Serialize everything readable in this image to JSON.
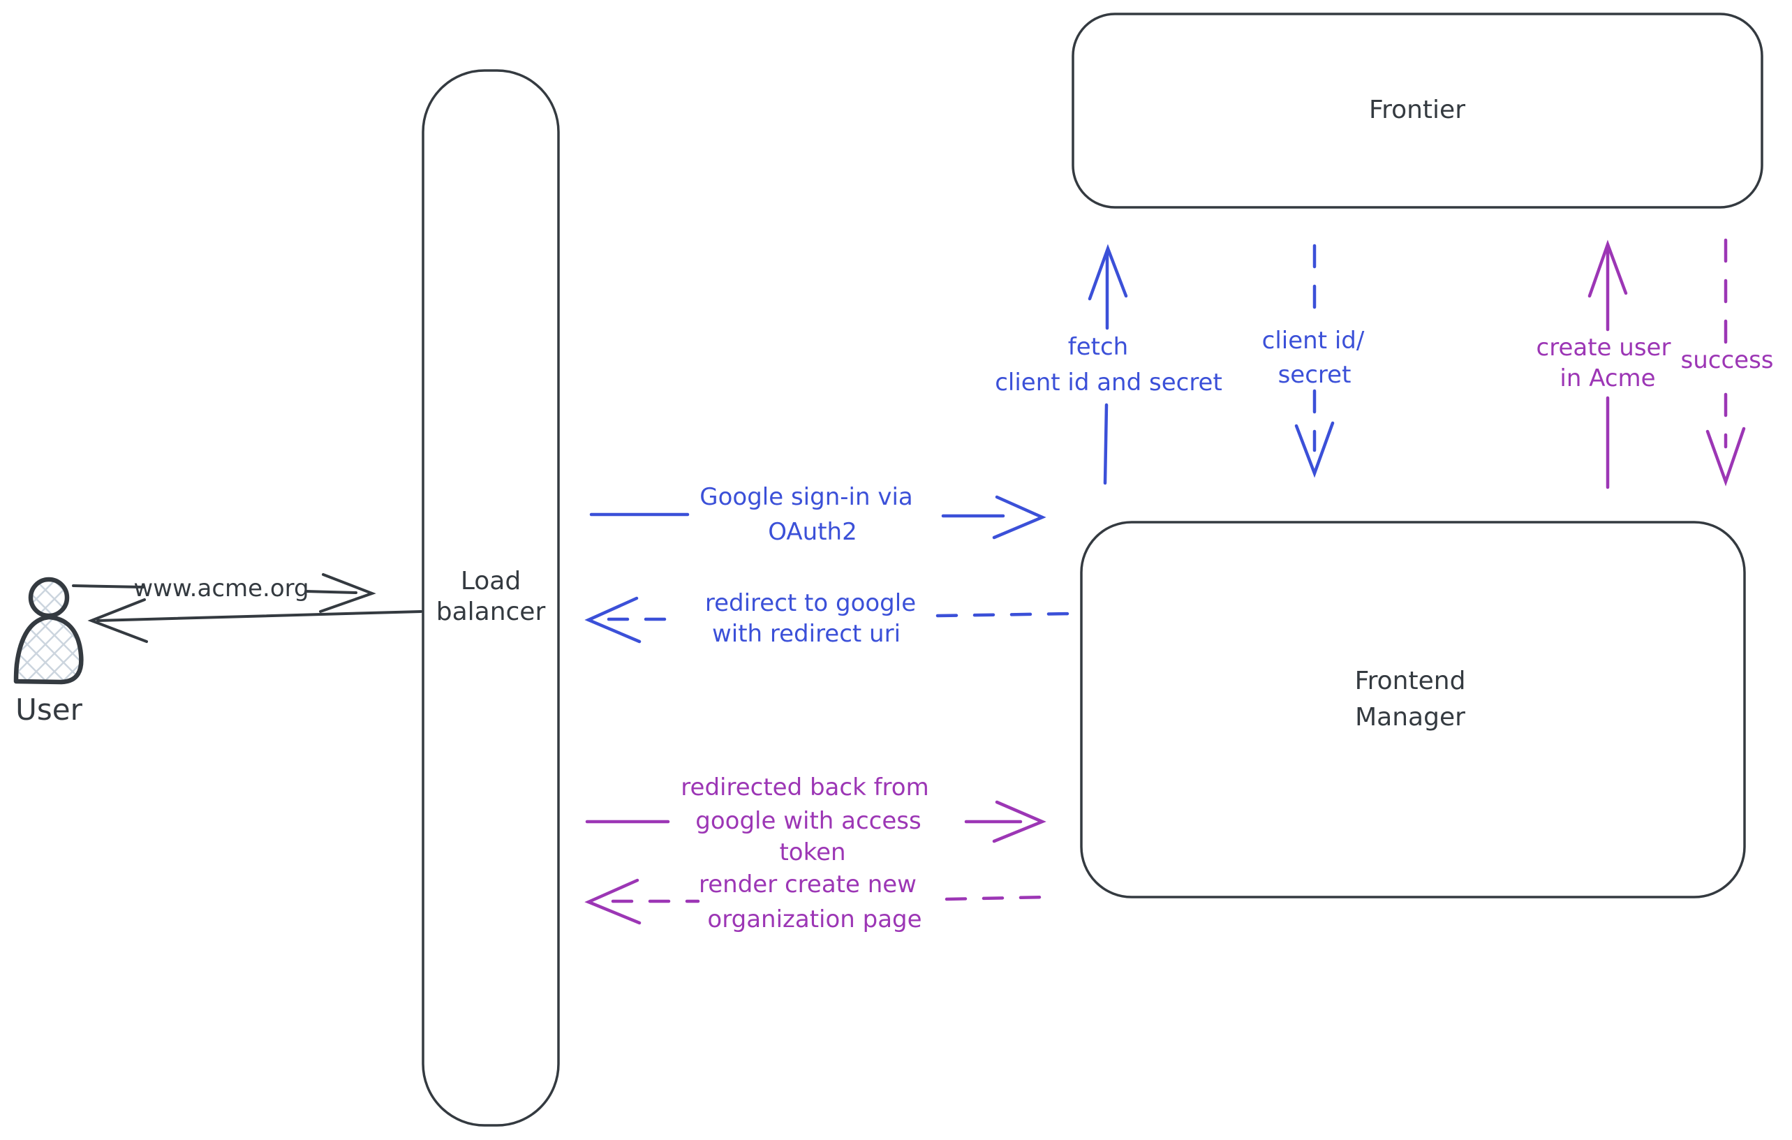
{
  "colors": {
    "ink": "#343a40",
    "blue": "#3b50d8",
    "purple": "#9c36b5",
    "hatch_fill": "#ccd5de",
    "background": "#ffffff"
  },
  "nodes": {
    "user": {
      "label": "User",
      "icon": "person-icon"
    },
    "load_balancer": {
      "lines": [
        "Load",
        "balancer"
      ]
    },
    "frontier": {
      "label": "Frontier"
    },
    "frontend_manager": {
      "lines": [
        "Frontend",
        "Manager"
      ]
    }
  },
  "edges": {
    "www_acme": {
      "label": "www.acme.org",
      "from": "User",
      "to": "Load balancer",
      "style": "solid",
      "color": "#343a40"
    },
    "response_to_user": {
      "from": "Load balancer",
      "to": "User",
      "style": "solid",
      "color": "#343a40"
    },
    "google_signin": {
      "lines": [
        "Google sign-in via",
        "OAuth2"
      ],
      "from": "Load balancer",
      "to": "Frontend Manager",
      "style": "solid",
      "color": "#3b50d8"
    },
    "redirect_google": {
      "lines": [
        "redirect to google",
        "with redirect uri"
      ],
      "from": "Frontend Manager",
      "to": "Load balancer",
      "style": "dashed",
      "color": "#3b50d8"
    },
    "fetch_client_secret": {
      "lines": [
        "fetch",
        "client id and secret"
      ],
      "from": "Frontend Manager",
      "to": "Frontier",
      "style": "solid",
      "color": "#3b50d8"
    },
    "client_id_secret": {
      "lines": [
        "client id/",
        "secret"
      ],
      "from": "Frontier",
      "to": "Frontend Manager",
      "style": "dashed",
      "color": "#3b50d8"
    },
    "redirected_back": {
      "lines": [
        "redirected back from",
        "google with access",
        "token"
      ],
      "from": "Load balancer",
      "to": "Frontend Manager",
      "style": "solid",
      "color": "#9c36b5"
    },
    "render_org_page": {
      "lines": [
        "render create new",
        "organization page"
      ],
      "from": "Frontend Manager",
      "to": "Load balancer",
      "style": "dashed",
      "color": "#9c36b5"
    },
    "create_user": {
      "lines": [
        "create user",
        "in Acme"
      ],
      "from": "Frontend Manager",
      "to": "Frontier",
      "style": "solid",
      "color": "#9c36b5"
    },
    "success": {
      "label": "success",
      "from": "Frontier",
      "to": "Frontend Manager",
      "style": "dashed",
      "color": "#9c36b5"
    }
  }
}
